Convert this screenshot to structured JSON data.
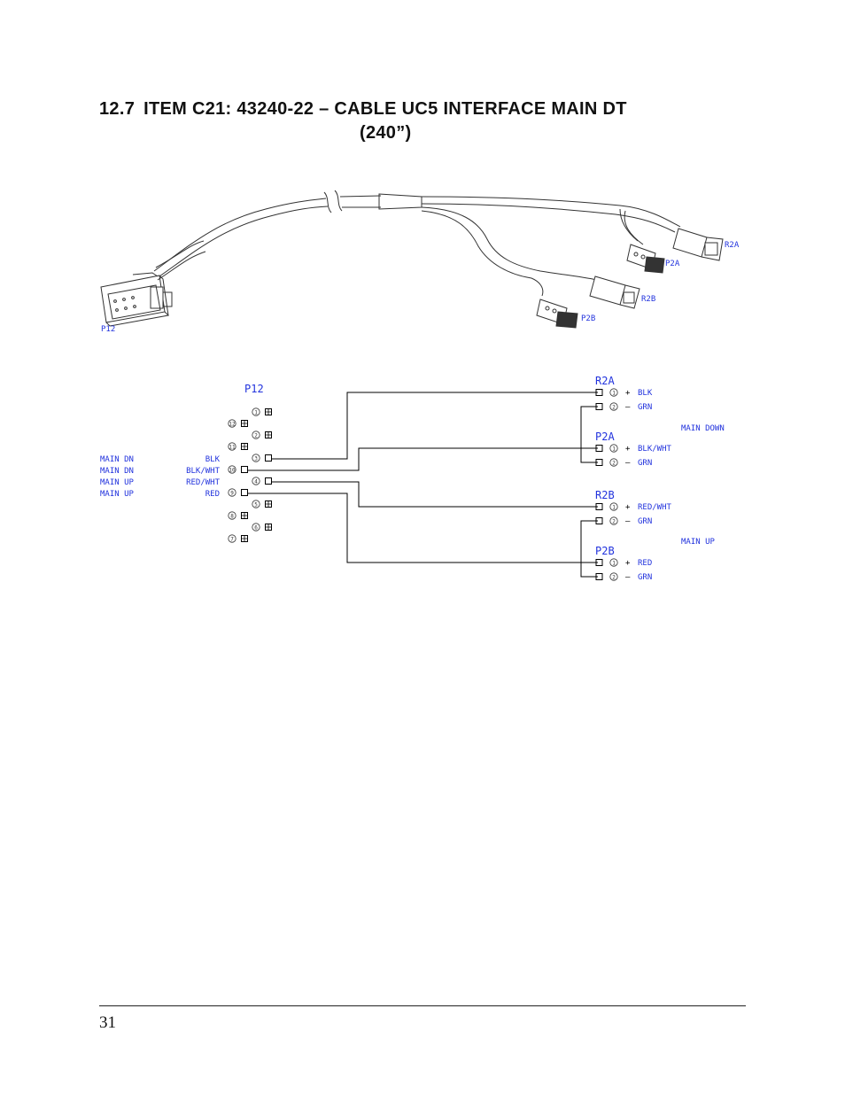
{
  "page": {
    "heading": {
      "number": "12.7",
      "line1": "ITEM C21:  43240-22 – CABLE UC5 INTERFACE MAIN DT",
      "line2": "(240”)"
    },
    "page_number": "31"
  },
  "colors": {
    "line": "#333333",
    "label": "#2233dd",
    "wire": "#000000"
  },
  "drawing_labels": {
    "p12": "P12",
    "r2a": "R2A",
    "p2a": "P2A",
    "r2b": "R2B",
    "p2b": "P2B"
  },
  "schematic": {
    "p12": {
      "label": "P12",
      "pins": [
        {
          "num": "1",
          "symbol": "⊞"
        },
        {
          "num": "12",
          "symbol": "⊞"
        },
        {
          "num": "2",
          "symbol": "⊞"
        },
        {
          "num": "11",
          "symbol": "⊞"
        },
        {
          "num": "3",
          "symbol": "□"
        },
        {
          "num": "10",
          "symbol": "□"
        },
        {
          "num": "4",
          "symbol": "□"
        },
        {
          "num": "9",
          "symbol": "□"
        },
        {
          "num": "5",
          "symbol": "⊞"
        },
        {
          "num": "8",
          "symbol": "⊞"
        },
        {
          "num": "6",
          "symbol": "⊞"
        },
        {
          "num": "7",
          "symbol": "⊞"
        }
      ],
      "signals": [
        {
          "function": "MAIN DN",
          "wire": "BLK"
        },
        {
          "function": "MAIN DN",
          "wire": "BLK/WHT"
        },
        {
          "function": "MAIN UP",
          "wire": "RED/WHT"
        },
        {
          "function": "MAIN UP",
          "wire": "RED"
        }
      ]
    },
    "connectors": [
      {
        "label": "R2A",
        "pins": [
          {
            "num": "1",
            "pol": "+",
            "color": "BLK"
          },
          {
            "num": "2",
            "pol": "–",
            "color": "GRN"
          }
        ]
      },
      {
        "label": "P2A",
        "pins": [
          {
            "num": "1",
            "pol": "+",
            "color": "BLK/WHT"
          },
          {
            "num": "2",
            "pol": "–",
            "color": "GRN"
          }
        ]
      },
      {
        "label": "R2B",
        "pins": [
          {
            "num": "1",
            "pol": "+",
            "color": "RED/WHT"
          },
          {
            "num": "2",
            "pol": "–",
            "color": "GRN"
          }
        ]
      },
      {
        "label": "P2B",
        "pins": [
          {
            "num": "1",
            "pol": "+",
            "color": "RED"
          },
          {
            "num": "2",
            "pol": "–",
            "color": "GRN"
          }
        ]
      }
    ],
    "group_labels": {
      "main_down": "MAIN DOWN",
      "main_up": "MAIN UP"
    }
  }
}
